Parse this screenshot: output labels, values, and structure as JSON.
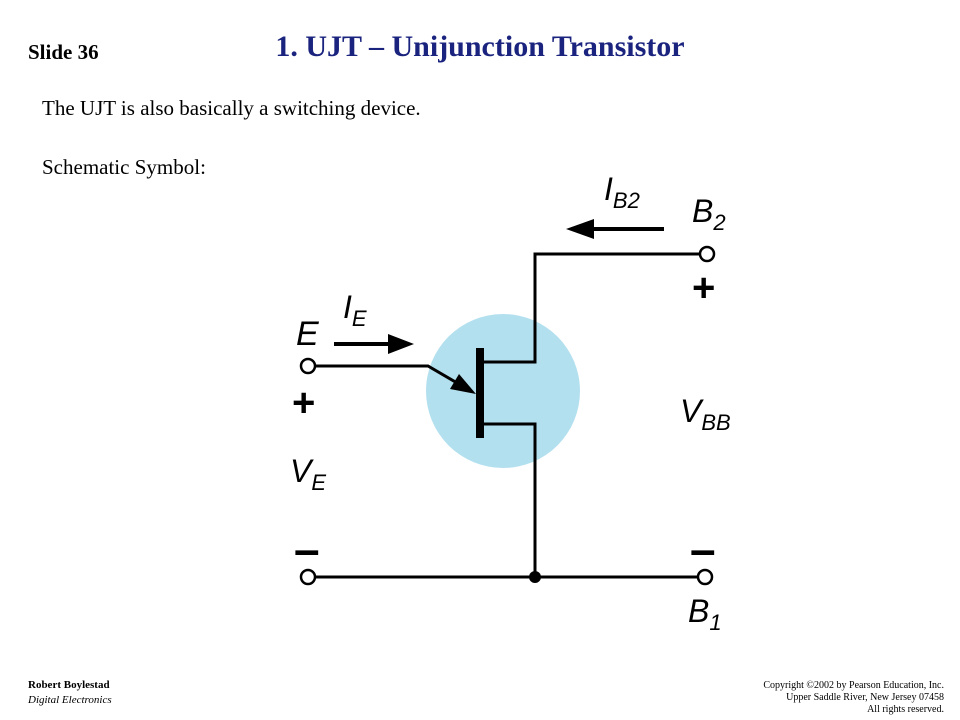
{
  "slide": {
    "number": "Slide 36",
    "title": "1. UJT – Unijunction Transistor",
    "lines": [
      "The UJT is also basically a switching device.",
      "Schematic Symbol:"
    ]
  },
  "diagram": {
    "labels": {
      "emitter": "E",
      "base2": "B",
      "base2_sub": "2",
      "base1": "B",
      "base1_sub": "1",
      "current_emitter": "I",
      "current_emitter_sub": "E",
      "current_base2": "I",
      "current_base2_sub": "B2",
      "voltage_emitter": "V",
      "voltage_emitter_sub": "E",
      "voltage_bb": "V",
      "voltage_bb_sub": "BB",
      "plus": "+",
      "minus": "–"
    },
    "colors": {
      "circle_fill": "#b3e0ef",
      "wire": "#000000"
    }
  },
  "footer": {
    "author": "Robert Boylestad",
    "book": "Digital Electronics",
    "copyright": [
      "Copyright ©2002 by Pearson Education, Inc.",
      "Upper Saddle River, New Jersey 07458",
      "All rights reserved."
    ]
  }
}
